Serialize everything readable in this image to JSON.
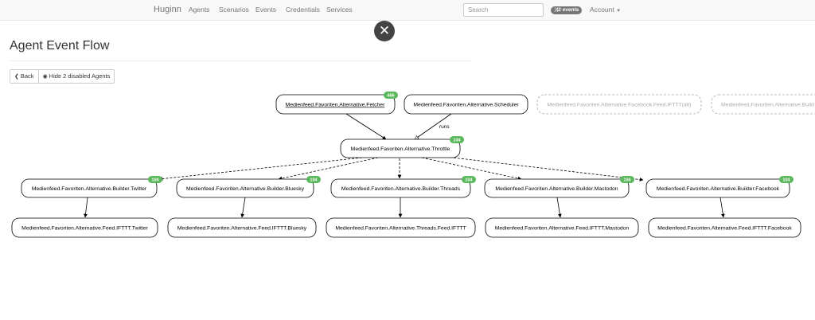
{
  "nav": {
    "brand": "Huginn",
    "links": [
      "Agents",
      "Scenarios",
      "Events",
      "Credentials",
      "Services"
    ],
    "search_placeholder": "Search",
    "events_badge": "2 events",
    "account": "Account"
  },
  "page": {
    "title": "Agent Event Flow",
    "back_label": "Back",
    "hide_label": "Hide 2 disabled Agents"
  },
  "graph": {
    "nodes": {
      "fetcher": {
        "label": "Medienfeed.Favoriten.Alternative.Fetcher",
        "badge": "466"
      },
      "scheduler": {
        "label": "Medienfeed.Favoriten.Alternative.Scheduler"
      },
      "facebook_feed_alt": {
        "label": "Medienfeed.Favoriten.Alternative.Facebook.Feed.IFTTT(alt)"
      },
      "builder_cut": {
        "label": "Medienfeed.Favoriten.Alternative.Build"
      },
      "throttle": {
        "label": "Medienfeed.Favoriten.Alternative.Throttle",
        "badge": "104"
      },
      "builder_twitter": {
        "label": "Medienfeed.Favoriten.Alternative.Builder.Twitter",
        "badge": "104"
      },
      "builder_bluesky": {
        "label": "Medienfeed.Favoriten.Alternative.Builder.Bluesky",
        "badge": "104"
      },
      "builder_threads": {
        "label": "Medienfeed.Favoriten.Alternative.Builder.Threads",
        "badge": "104"
      },
      "builder_mastodon": {
        "label": "Medienfeed.Favoriten.Alternative.Builder.Mastodon",
        "badge": "104"
      },
      "builder_facebook": {
        "label": "Medienfeed.Favoriten.Alternative.Builder.Facebook",
        "badge": "104"
      },
      "feed_twitter": {
        "label": "Medienfeed.Favoriten.Alternative.Feed.IFTTT.Twitter"
      },
      "feed_bluesky": {
        "label": "Medienfeed.Favoriten.Alternative.Feed.IFTTT.Bluesky"
      },
      "feed_threads": {
        "label": "Medienfeed.Favoriten.Alternative.Threads.Feed.IFTTT"
      },
      "feed_mastodon": {
        "label": "Medienfeed.Favoriten.Alternative.Feed.IFTTT.Mastodon"
      },
      "feed_facebook": {
        "label": "Medienfeed.Favoriten.Alternative.Feed.IFTTT.Facebook"
      }
    },
    "edge_label_runs": "runs",
    "colors": {
      "badge": "#5cb85c",
      "disabled_border": "#aaaaaa"
    }
  }
}
